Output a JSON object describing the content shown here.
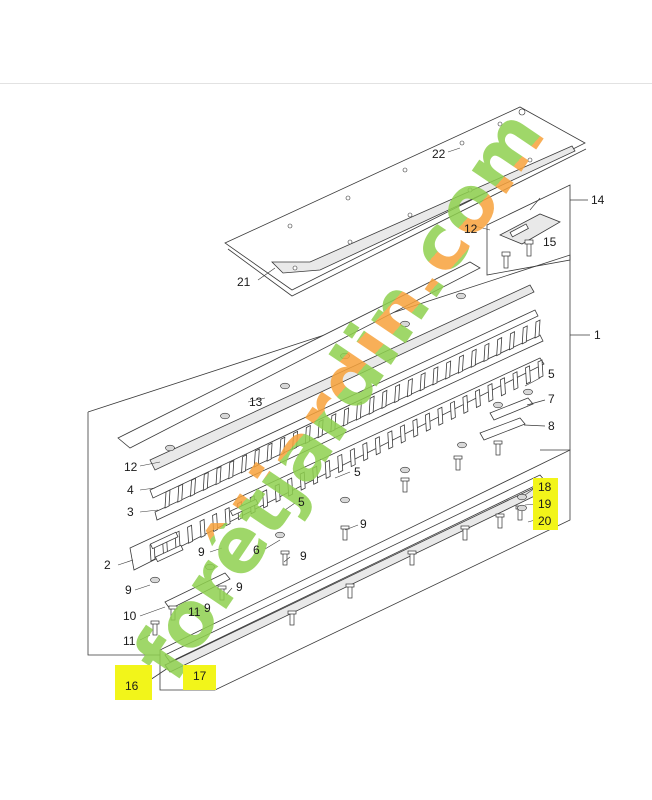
{
  "watermark": {
    "text": "forêtjardin.com",
    "green": "#8fd14f",
    "orange": "#f7a23b"
  },
  "highlight_color": "#f2f51a",
  "labels": {
    "p1": "1",
    "p2": "2",
    "p3": "3",
    "p4": "4",
    "p5a": "5",
    "p5b": "5",
    "p5c": "5",
    "p6": "6",
    "p7": "7",
    "p8": "8",
    "p9a": "9",
    "p9b": "9",
    "p9c": "9",
    "p9d": "9",
    "p9e": "9",
    "p9f": "9",
    "p10": "10",
    "p11a": "11",
    "p11b": "11",
    "p12a": "12",
    "p12b": "12",
    "p13": "13",
    "p14": "14",
    "p15": "15",
    "p16": "16",
    "p17": "17",
    "p18": "18",
    "p19": "19",
    "p20": "20",
    "p21": "21",
    "p22": "22"
  }
}
